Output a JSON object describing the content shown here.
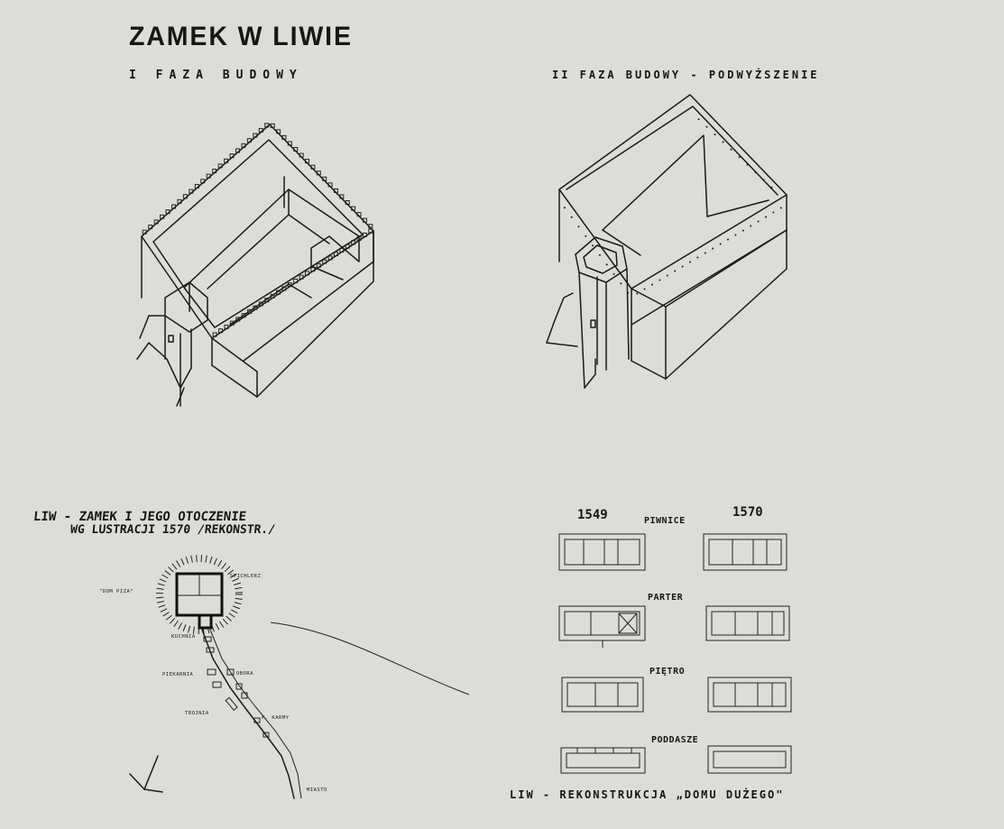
{
  "sheet": {
    "title": "ZAMEK W LIWIE",
    "phase1_label": "I FAZA BUDOWY",
    "phase2_label": "II FAZA BUDOWY - PODWYŻSZENIE"
  },
  "surroundings_map": {
    "title_line1": "LIW - ZAMEK I JEGO OTOCZENIE",
    "title_line2": "WG LUSTRACJI 1570 /REKONSTR./",
    "labels": {
      "dom": "\"DOM PIZA\"",
      "spichlerz": "SPICHLERZ",
      "kuchnia": "KUCHNIA",
      "piekarnia": "PIEKARNIA",
      "obora": "OBORA",
      "trojnia": "TROJNIA",
      "pkarmy": "P. KARMY",
      "miasto": "MIASTO"
    }
  },
  "plans": {
    "year_left": "1549",
    "year_right": "1570",
    "levels": [
      "PIWNICE",
      "PARTER",
      "PIĘTRO",
      "PODDASZE"
    ],
    "caption": "LIW - REKONSTRUKCJA „DOMU DUŻEGO\""
  },
  "colors": {
    "paper": "#dddcd7",
    "ink": "#161616"
  }
}
